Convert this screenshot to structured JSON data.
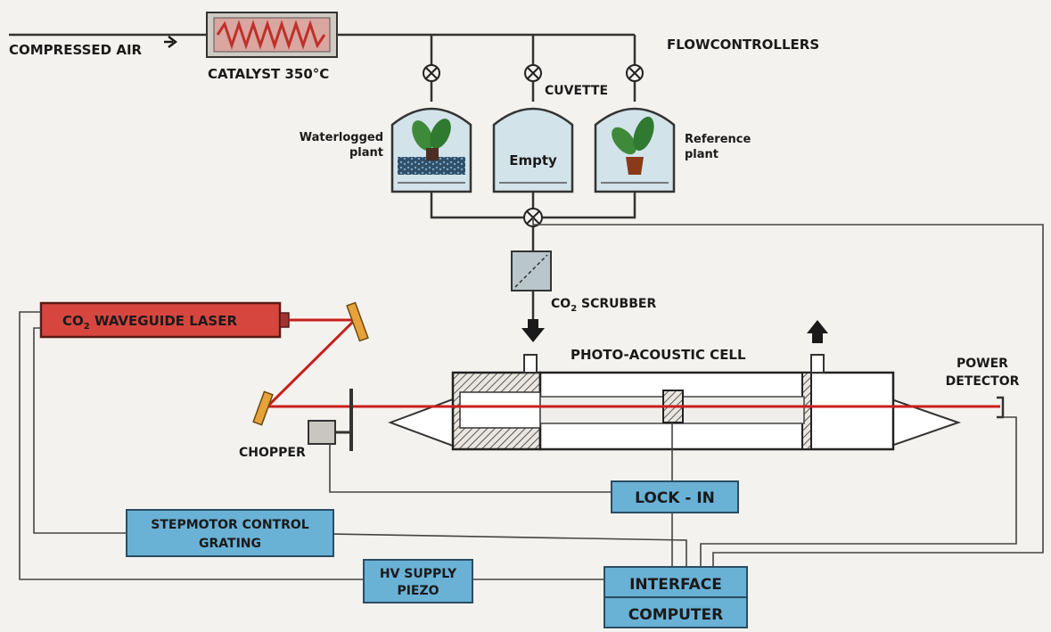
{
  "labels": {
    "compressed_air": "COMPRESSED AIR",
    "catalyst": "CATALYST 350",
    "catalyst_unit": "°C",
    "flowcontrollers": "FLOWCONTROLLERS",
    "cuvette": "CUVETTE",
    "waterlogged_1": "Waterlogged",
    "waterlogged_2": "plant",
    "empty": "Empty",
    "reference_1": "Reference",
    "reference_2": "plant",
    "co2_scrubber_a": "CO",
    "co2_scrubber_sub": "2",
    "co2_scrubber_b": " SCRUBBER",
    "laser_a": "CO",
    "laser_sub": "2",
    "laser_b": " WAVEGUIDE LASER",
    "photo_acoustic_cell": "PHOTO-ACOUSTIC CELL",
    "power_detector_1": "POWER",
    "power_detector_2": "DETECTOR",
    "chopper": "CHOPPER",
    "lock_in": "LOCK - IN",
    "stepmotor_1": "STEPMOTOR CONTROL",
    "stepmotor_2": "GRATING",
    "hv_supply_1": "HV SUPPLY",
    "hv_supply_2": "PIEZO",
    "interface": "INTERFACE",
    "computer": "COMPUTER"
  },
  "colors": {
    "laser_red": "#d6463f",
    "box_blue": "#6ab1d6",
    "beam_red": "#c8201e",
    "mirror_orange": "#e8a23a",
    "catalyst_bg": "#d9a6a0",
    "coil": "#c0302a"
  }
}
